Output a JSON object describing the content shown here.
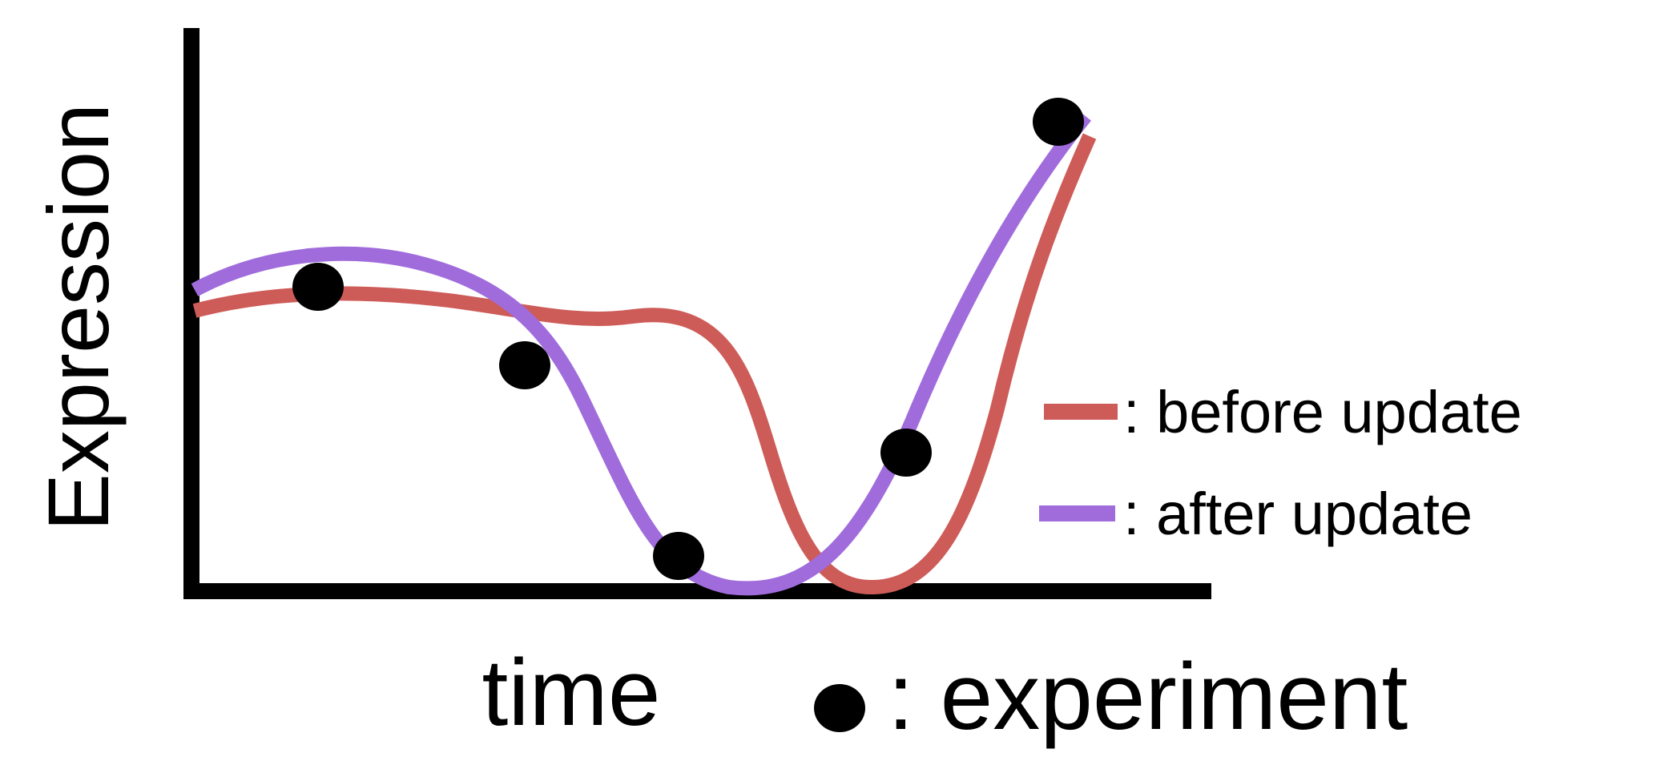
{
  "colors": {
    "axis": "#000000",
    "before_update": "#cd5c58",
    "after_update": "#a06cdc",
    "experiment_dot": "#000000"
  },
  "ylabel": "Expression",
  "xlabel": "time",
  "legend": {
    "before": ": before update",
    "after": ": after update",
    "experiment": ": experiment"
  },
  "chart_data": {
    "type": "line",
    "xlabel": "time",
    "ylabel": "Expression",
    "axis_ticks": false,
    "grid": false,
    "legend_position": "right",
    "series": [
      {
        "name": "before update",
        "kind": "curve",
        "color": "#cd5c58"
      },
      {
        "name": "after update",
        "kind": "curve",
        "color": "#a06cdc"
      },
      {
        "name": "experiment",
        "kind": "points",
        "color": "#000000"
      }
    ]
  }
}
